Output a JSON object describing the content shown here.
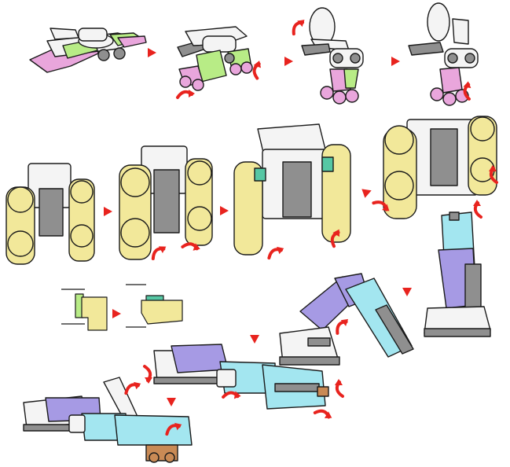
{
  "diagram": {
    "kind": "transformation-instructions",
    "colors": {
      "outline": "#1a1a1a",
      "white_part": "#f4f4f4",
      "grey_part": "#8f8f8f",
      "yellow_part": "#f2e89a",
      "pink_part": "#e9a6dc",
      "green_part": "#b8ec86",
      "teal_part": "#56c7a4",
      "lavender_part": "#a69ae4",
      "cyan_part": "#a3e6f0",
      "brown_part": "#c98a55",
      "step_arrow": "#e8231e",
      "rotate_arrow": "#e8231e"
    },
    "step_arrow_icon": "right-triangle",
    "rotate_arrow_icon": "curved-arrow"
  }
}
